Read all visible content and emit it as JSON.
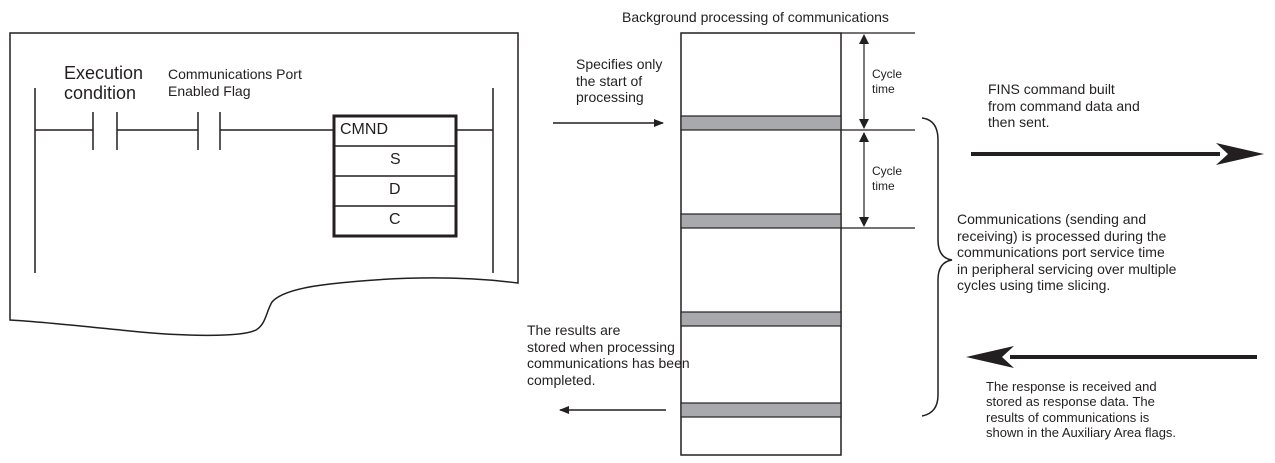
{
  "title": "Background processing of communications",
  "ladder": {
    "execution_condition": "Execution\ncondition",
    "enabled_flag": "Communications Port\nEnabled Flag",
    "instruction": "CMND",
    "operands": [
      "S",
      "D",
      "C"
    ]
  },
  "cycle_time_labels": [
    "Cycle\ntime",
    "Cycle\ntime"
  ],
  "notes": {
    "specifies_start": "Specifies only\nthe start of\nprocessing",
    "fins_command": "FINS command built\nfrom command data and\nthen sent.",
    "communications_processed": "Communications (sending and\nreceiving) is processed during the\ncommunications port service time\nin peripheral servicing over multiple\ncycles using time slicing.",
    "results_stored": "The results are\nstored when processing\ncommunications has been\ncompleted.",
    "response_received": "The response is received and\nstored as response data. The\nresults of communications is\nshown in the Auxiliary Area flags."
  },
  "colors": {
    "line": "#231f20",
    "bar_fill": "#a7a9ac"
  }
}
